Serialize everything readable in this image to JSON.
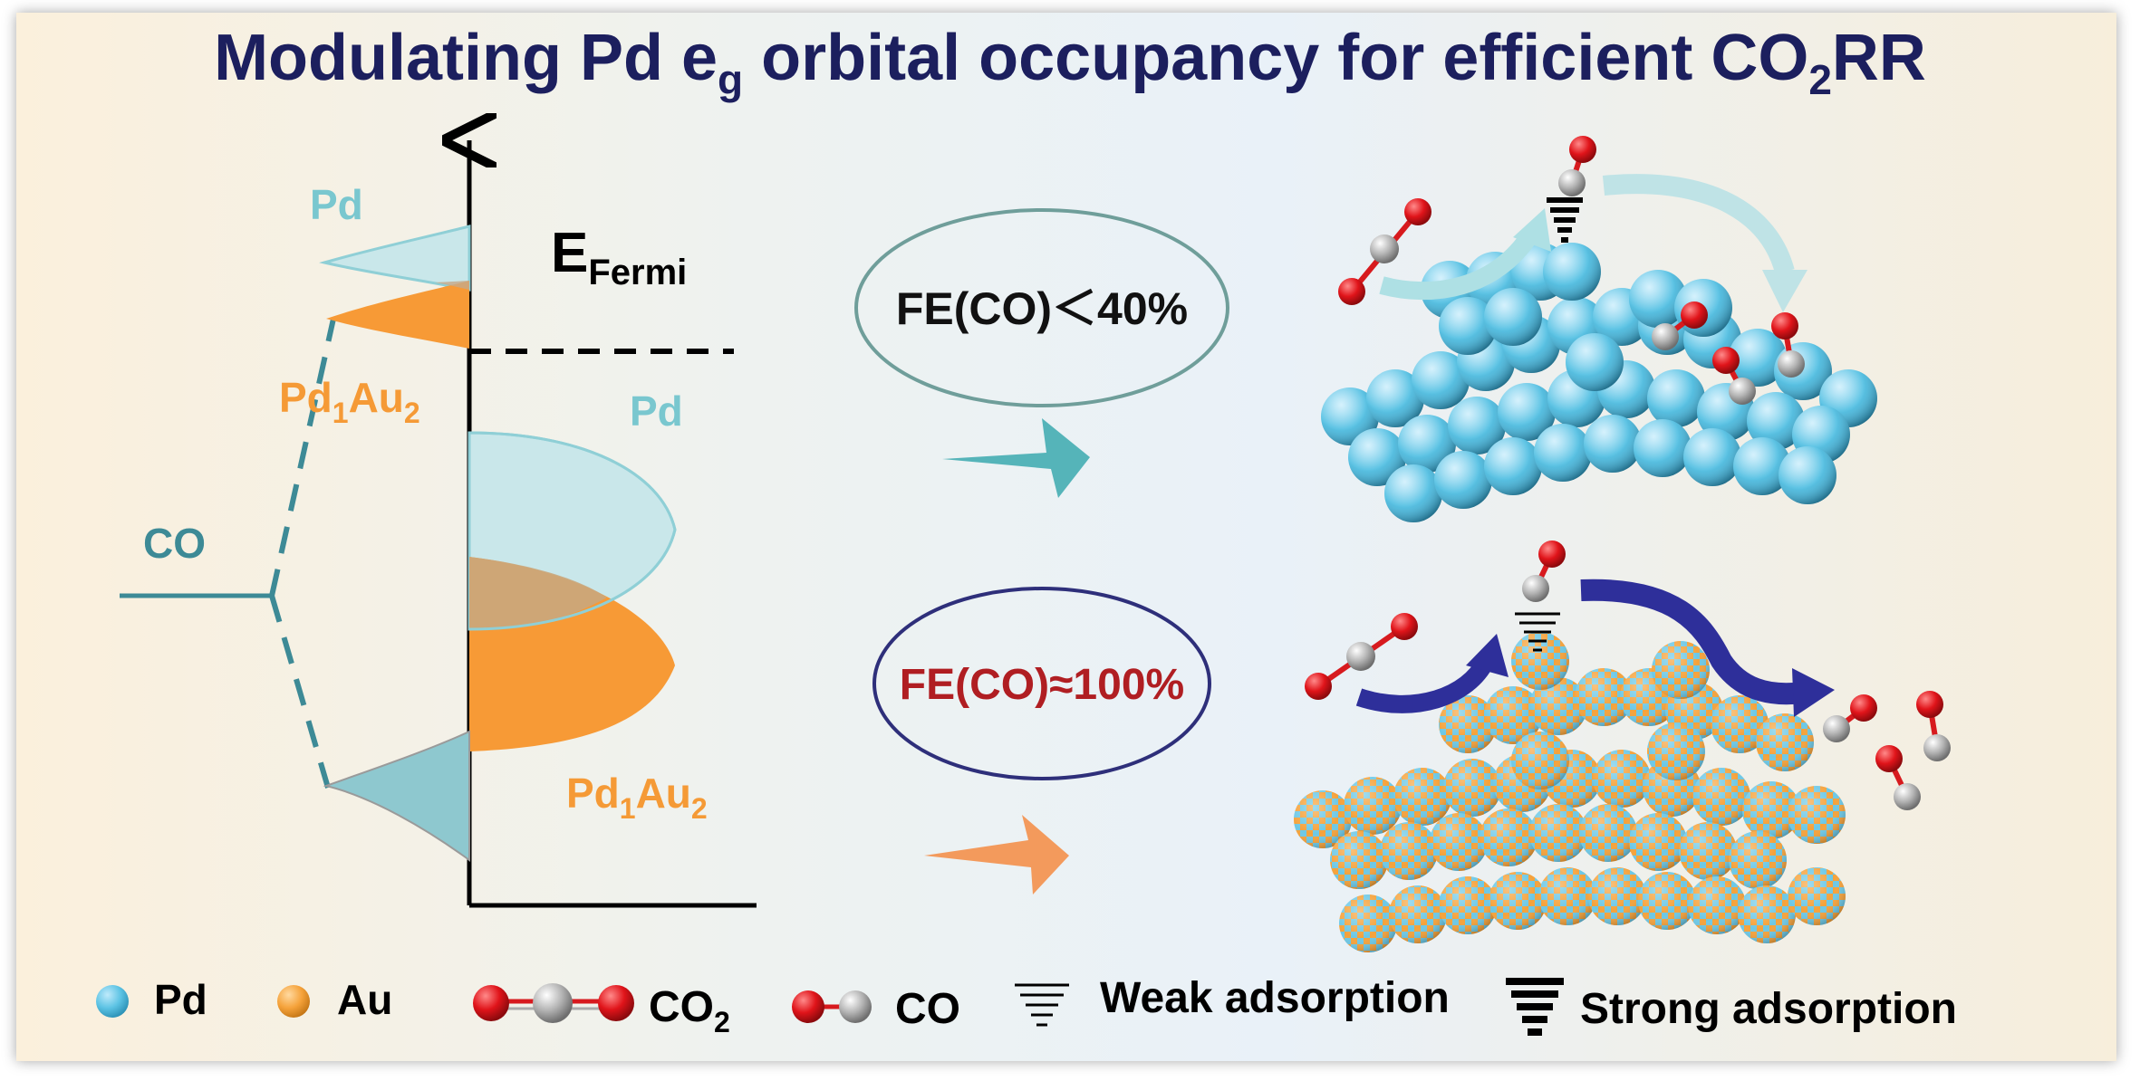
{
  "title": {
    "part1": "Modulating Pd e",
    "sub1": "g",
    "part2": " orbital occupancy for efficient CO",
    "sub2": "2",
    "part3": "RR"
  },
  "dos_diagram": {
    "pd_top_label": "Pd",
    "efermi_main": "E",
    "efermi_sub": "Fermi",
    "pd1au2_left": {
      "a": "Pd",
      "b": "1",
      "c": "Au",
      "d": "2"
    },
    "co_level_label": "CO",
    "pd_right_label": "Pd",
    "pd1au2_right": {
      "a": "Pd",
      "b": "1",
      "c": "Au",
      "d": "2"
    }
  },
  "performance": {
    "pd_fe": "FE(CO)＜40%",
    "pdau_fe": "FE(CO)≈100%"
  },
  "legend": {
    "pd": "Pd",
    "au": "Au",
    "co2_main": "CO",
    "co2_sub": "2",
    "co": "CO",
    "weak": "Weak adsorption",
    "strong": "Strong adsorption"
  },
  "colors": {
    "title": "#1c1f5e",
    "pd_cyan": "#5cc3e4",
    "au_orange": "#f5a23a",
    "teal": "#3d8a96",
    "navy": "#2e2f9a",
    "red_text": "#b01e22",
    "oxygen": "#e0141a",
    "carbon": "#a8a8a8"
  }
}
